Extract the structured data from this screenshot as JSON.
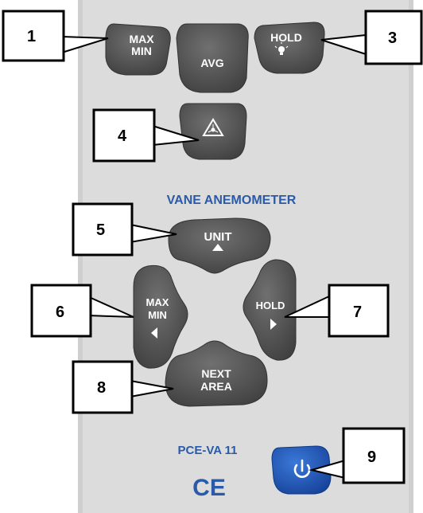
{
  "device": {
    "brand_label": "VANE ANEMOMETER",
    "model_label": "PCE-VA 11",
    "ce_mark": "CE",
    "panel_color": "#dcdcdc",
    "button_color": "#545454",
    "power_color": "#1f55b8",
    "accent_text_color": "#2a5aa8"
  },
  "buttons": {
    "max_min_top": {
      "line1": "MAX",
      "line2": "MIN"
    },
    "avg": {
      "label": "AVG"
    },
    "hold_top": {
      "label": "HOLD",
      "icon": "light-bulb-icon"
    },
    "laser": {
      "icon": "laser-warning-icon"
    },
    "unit": {
      "label": "UNIT",
      "icon": "arrow-up-icon"
    },
    "max_min_left": {
      "line1": "MAX",
      "line2": "MIN",
      "icon": "arrow-left-icon"
    },
    "hold_right": {
      "label": "HOLD",
      "icon": "arrow-right-icon"
    },
    "next_area": {
      "line1": "NEXT",
      "line2": "AREA"
    },
    "power": {
      "icon": "power-icon"
    }
  },
  "callouts": [
    "1",
    "3",
    "4",
    "5",
    "6",
    "7",
    "8",
    "9"
  ]
}
